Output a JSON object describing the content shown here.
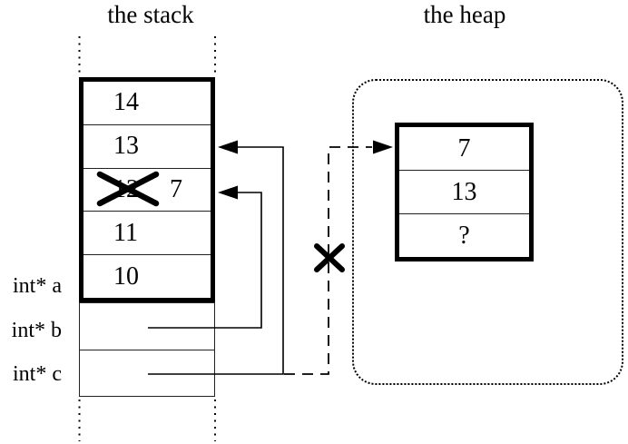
{
  "titles": {
    "stack": "the stack",
    "heap": "the heap"
  },
  "stack": {
    "cells": [
      {
        "label": "14",
        "crossed": false
      },
      {
        "label": "13",
        "crossed": false
      },
      {
        "label": "12",
        "crossed": true,
        "replacement": "7"
      },
      {
        "label": "11",
        "crossed": false
      },
      {
        "label": "10",
        "crossed": false
      }
    ],
    "pointer_labels": [
      "int* a",
      "int* b",
      "int* c"
    ]
  },
  "heap": {
    "cells": [
      "7",
      "13",
      "?"
    ]
  },
  "icons": {
    "crossed_out_value_x": "X over old value 12",
    "severed_pointer_x": "X over dashed pointer to freed heap block",
    "arrowheads": [
      "arrow-left into stack cell 13",
      "arrow-left into stack cell 12/7",
      "arrow-right into heap cell 7"
    ]
  },
  "colors": {
    "line": "#000000",
    "background": "#ffffff"
  }
}
